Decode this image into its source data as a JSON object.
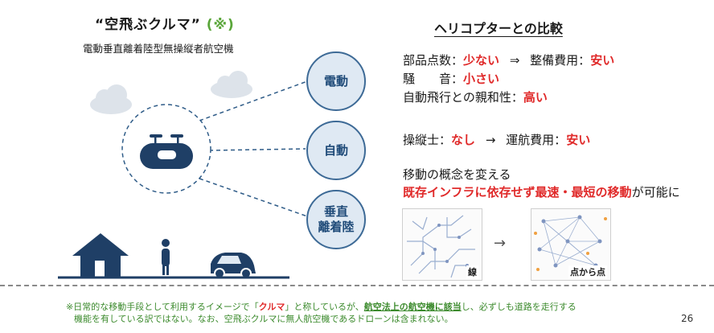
{
  "left": {
    "title_main": "“空飛ぶクルマ”",
    "title_note": "(※)",
    "subtitle": "電動垂直離着陸型無操縦者航空機",
    "circles": [
      "電動",
      "自動",
      "垂直\n離着陸"
    ]
  },
  "right": {
    "heading": "ヘリコプターとの比較",
    "row1_a": "部品点数：",
    "row1_a_red": "少ない",
    "row1_arrow": "⇒",
    "row1_b": "整備費用：",
    "row1_b_red": "安い",
    "row2_a": "騒　　音：",
    "row2_a_red": "小さい",
    "row3_a": "自動飛行との親和性：",
    "row3_a_red": "高い",
    "row4_a": "操縦士：",
    "row4_a_red": "なし",
    "row4_arrow": "→",
    "row4_b": "運航費用：",
    "row4_b_red": "安い",
    "concept_1": "移動の概念を変える",
    "concept_2_red": "既存インフラに依存せず最速・最短の移動",
    "concept_2_rest": "が可能に",
    "img1_label": "線",
    "img_arrow": "→",
    "img2_label": "点から点"
  },
  "footer": {
    "l1_a": "※日常的な移動手段として利用するイメージで「",
    "l1_b": "クルマ",
    "l1_c": "」と称しているが、",
    "l1_d": "航空法上の航空機に該当",
    "l1_e": "し、必ずしも道路を走行する",
    "l2": "機能を有している訳ではない。なお、空飛ぶクルマに無人航空機であるドローンは含まれない。"
  },
  "page_number": "26",
  "colors": {
    "navy": "#1e3f66",
    "accent_red": "#e02a2a",
    "green": "#3b8a2c",
    "circle_fill": "#dfe9f3"
  }
}
